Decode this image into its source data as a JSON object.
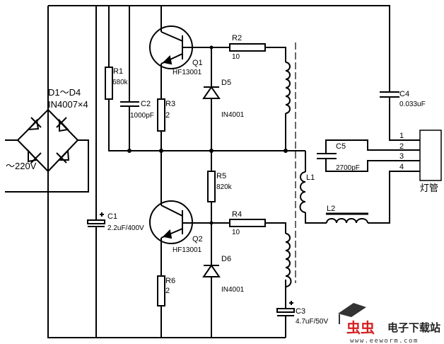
{
  "bridge": {
    "label": "D1～D4",
    "part": "IN4007×4",
    "ac_label": "～220V"
  },
  "components": {
    "R1": {
      "name": "R1",
      "value": "680k"
    },
    "C2": {
      "name": "C2",
      "value": "1000pF"
    },
    "R3": {
      "name": "R3",
      "value": "2"
    },
    "Q1": {
      "name": "Q1",
      "value": "HF13001"
    },
    "R2": {
      "name": "R2",
      "value": "10"
    },
    "D5": {
      "name": "D5",
      "value": "IN4001"
    },
    "R5": {
      "name": "R5",
      "value": "820k"
    },
    "C1": {
      "name": "C1",
      "value": "2.2uF/400V"
    },
    "Q2": {
      "name": "Q2",
      "value": "HF13001"
    },
    "R4": {
      "name": "R4",
      "value": "10"
    },
    "D6": {
      "name": "D6",
      "value": "IN4001"
    },
    "R6": {
      "name": "R6",
      "value": "2"
    },
    "C3": {
      "name": "C3",
      "value": "4.7uF/50V"
    },
    "C4": {
      "name": "C4",
      "value": "0.033uF"
    },
    "C5": {
      "name": "C5",
      "value": "2700pF"
    },
    "L1": {
      "name": "L1"
    },
    "L2": {
      "name": "L2"
    }
  },
  "lamp": {
    "label": "灯管",
    "pins": [
      "1",
      "2",
      "3",
      "4"
    ]
  },
  "watermark": {
    "brand_red": "虫虫",
    "brand_text": "电子下载站",
    "url": "www.eeworm.com",
    "red_color": "#d42020"
  }
}
